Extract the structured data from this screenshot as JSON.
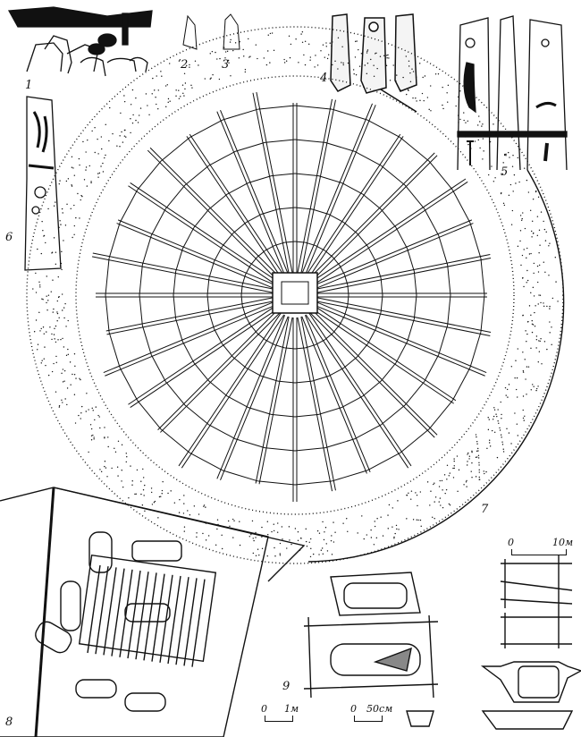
{
  "figure_labels": {
    "f1": "1",
    "f2": "2",
    "f3": "3",
    "f4": "4",
    "f5": "5",
    "f6": "6",
    "f7": "7",
    "f8": "8",
    "f9": "9"
  },
  "scales": {
    "main": {
      "zero": "0",
      "value": "10м"
    },
    "chamber": {
      "zero": "0",
      "value": "1м"
    },
    "coffin": {
      "zero": "0",
      "value": "50см"
    }
  },
  "colors": {
    "ink": "#111111",
    "paper": "#ffffff"
  }
}
